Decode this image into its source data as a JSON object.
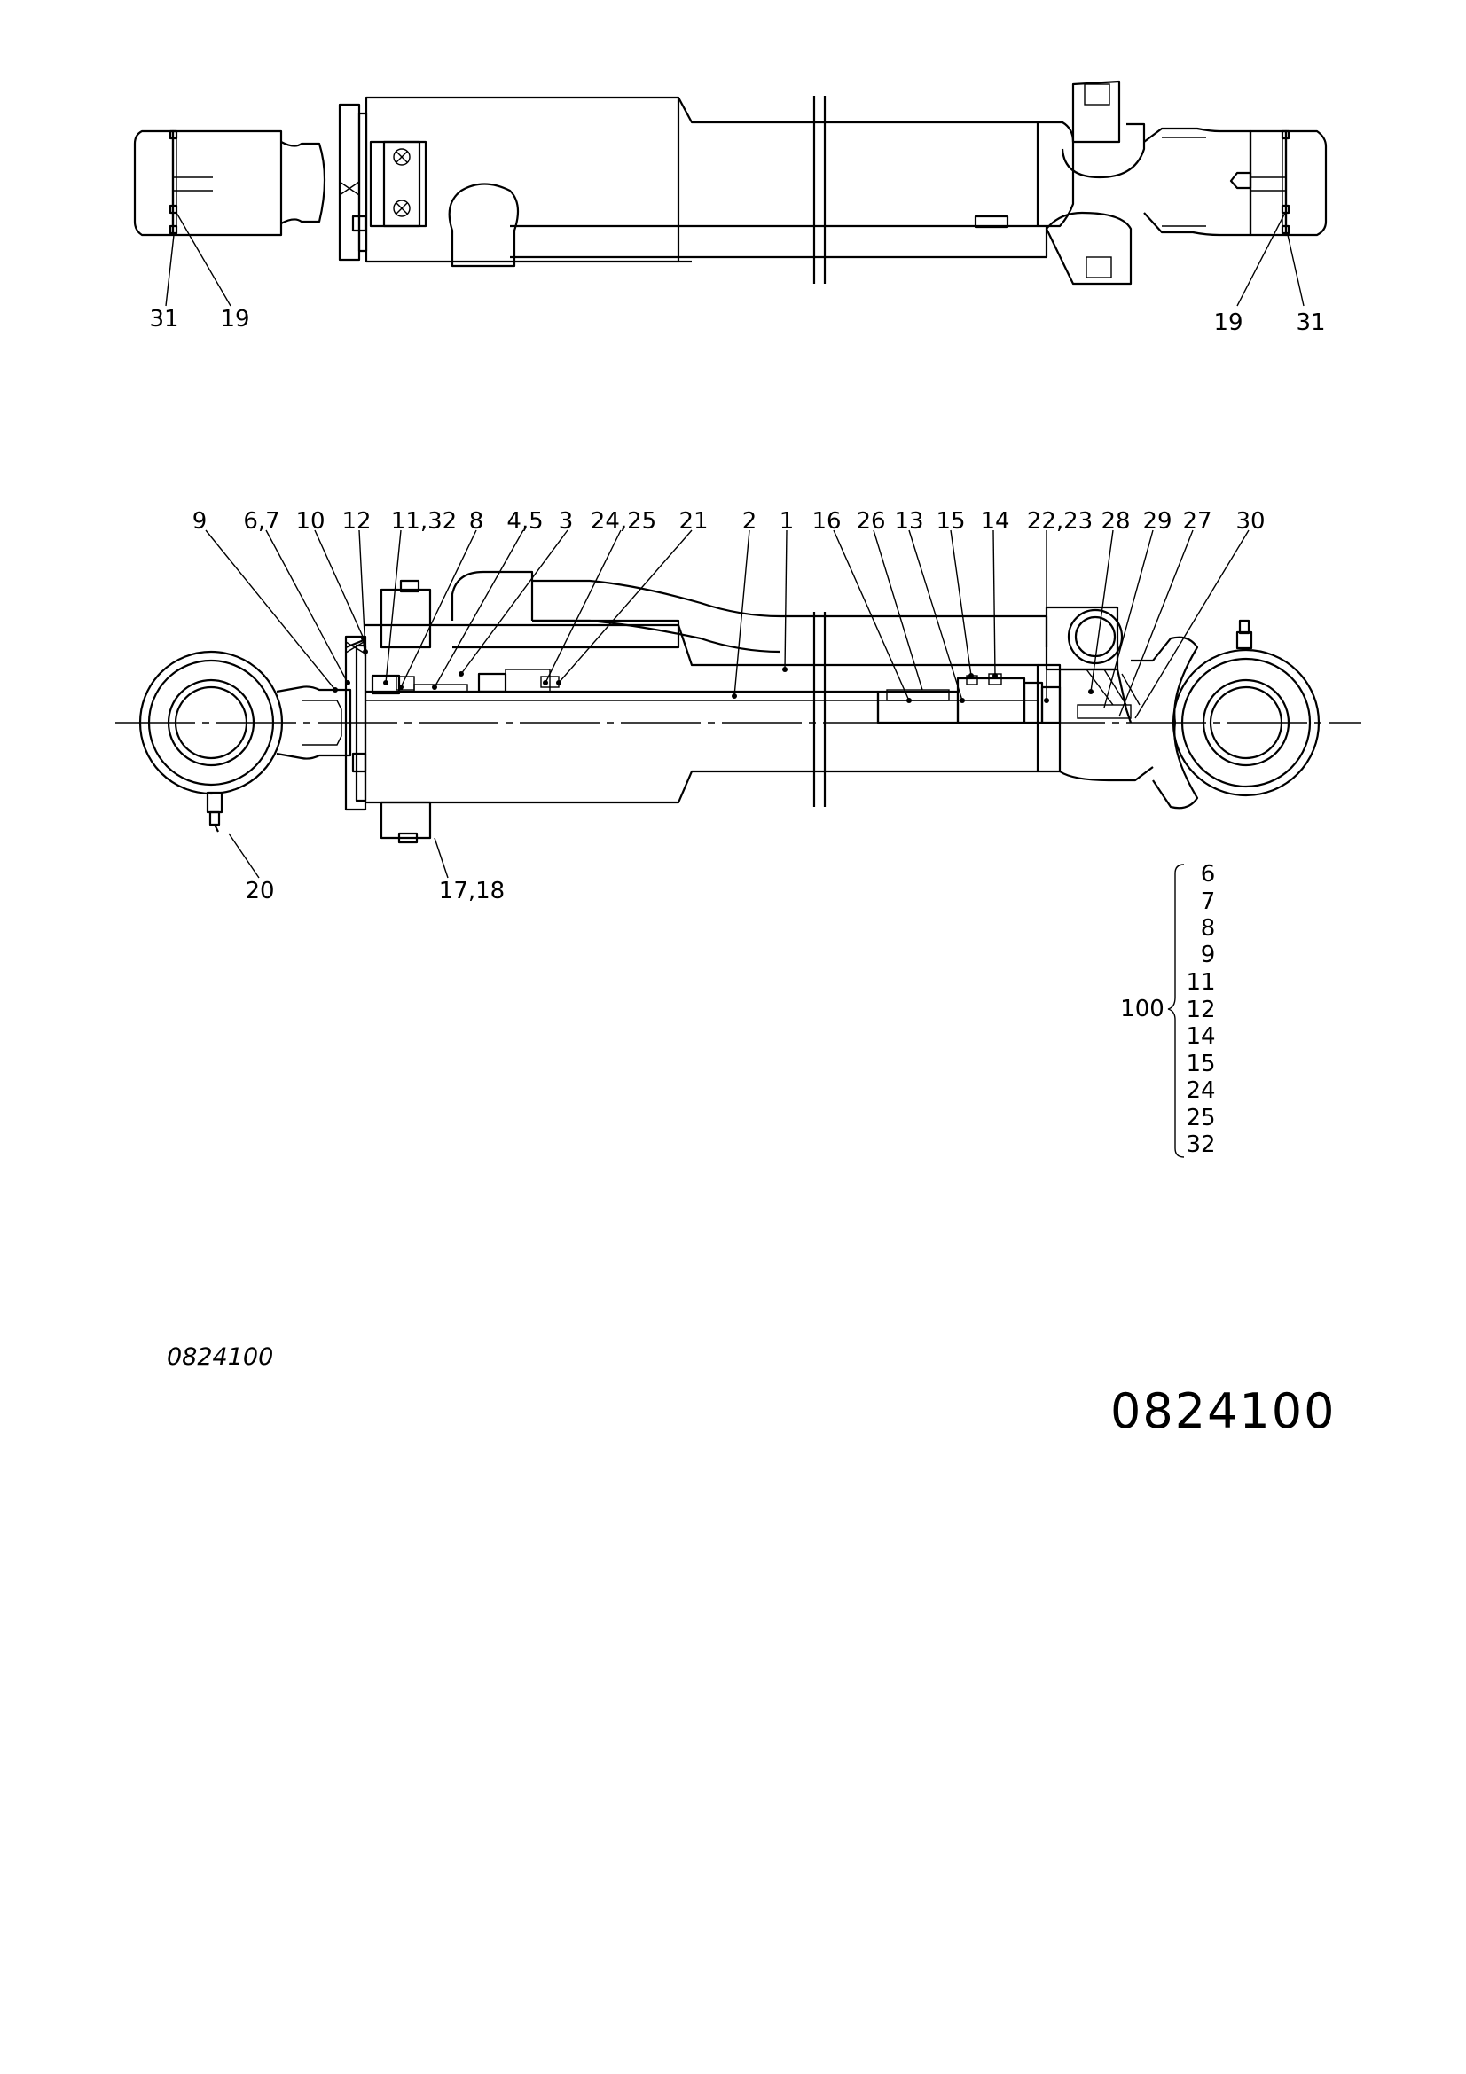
{
  "top_view": {
    "labels": [
      "31",
      "19",
      "19",
      "31"
    ]
  },
  "section_view": {
    "top_labels": [
      "9",
      "6,7",
      "10",
      "12",
      "11,32",
      "8",
      "4,5",
      "3",
      "24,25",
      "21",
      "2",
      "1",
      "16",
      "26",
      "13",
      "15",
      "14",
      "22,23",
      "28",
      "29",
      "27",
      "30"
    ],
    "bottom_labels": [
      "20",
      "17,18"
    ]
  },
  "kit": {
    "number": "100",
    "brace": "{",
    "items": [
      "6",
      "7",
      "8",
      "9",
      "11",
      "12",
      "14",
      "15",
      "24",
      "25",
      "32"
    ]
  },
  "drawing_ref_small": "0824100",
  "drawing_ref_large": "0824100"
}
